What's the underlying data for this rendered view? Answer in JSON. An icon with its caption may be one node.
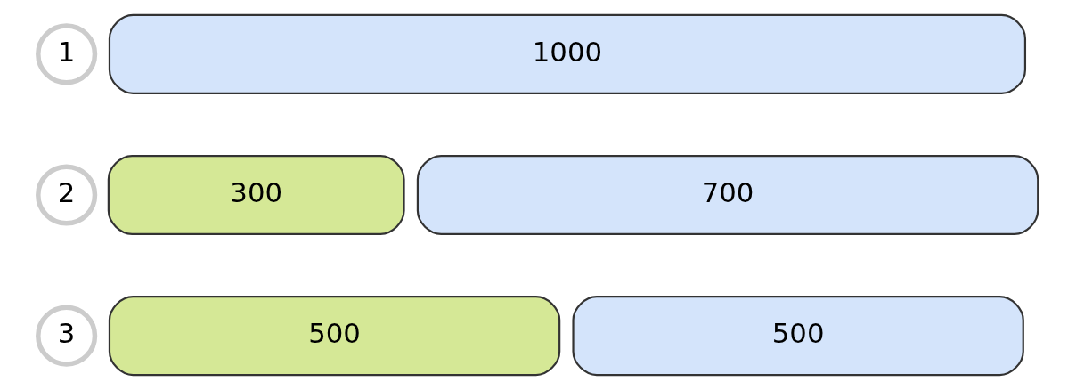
{
  "diagram": {
    "nodes": [
      {
        "text": [
          "1"
        ]
      },
      {
        "text": [
          "1000"
        ]
      },
      {
        "text": [
          "2"
        ]
      },
      {
        "text": [
          "300"
        ]
      },
      {
        "text": [
          "700"
        ]
      },
      {
        "text": [
          "3"
        ]
      },
      {
        "text": [
          "500"
        ]
      },
      {
        "text": [
          "500"
        ]
      }
    ]
  }
}
